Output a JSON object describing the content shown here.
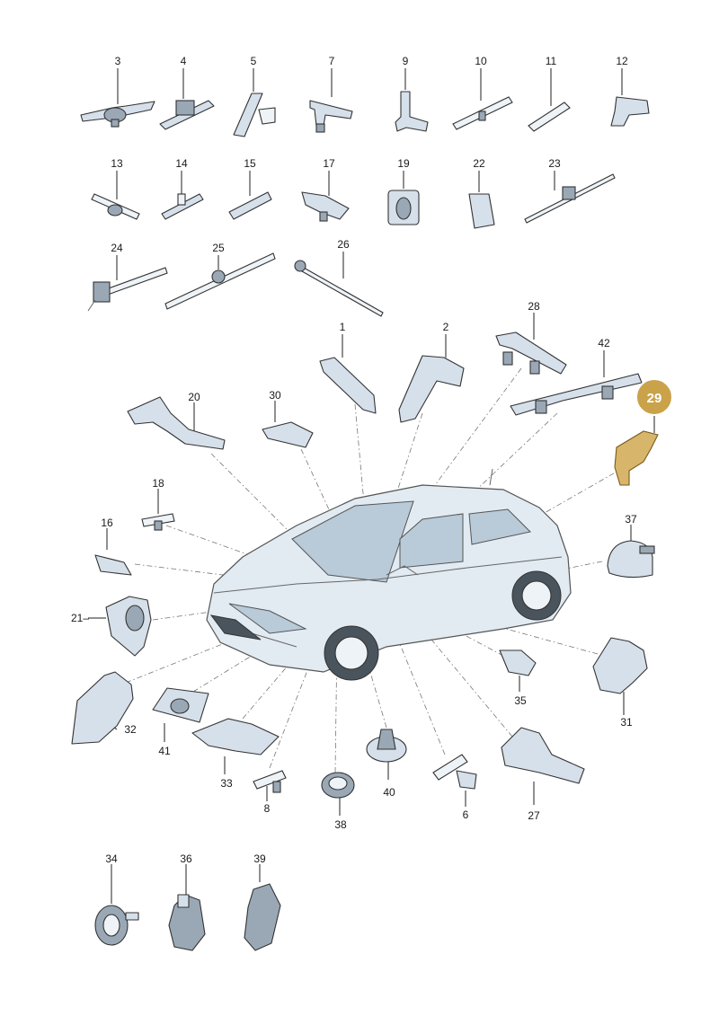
{
  "highlight": {
    "number": "29",
    "color": "#c9a24a"
  },
  "labels": {
    "n1": "1",
    "n2": "2",
    "n3": "3",
    "n4": "4",
    "n5": "5",
    "n6": "6",
    "n7": "7",
    "n8": "8",
    "n9": "9",
    "n10": "10",
    "n11": "11",
    "n12": "12",
    "n13": "13",
    "n14": "14",
    "n15": "15",
    "n16": "16",
    "n17": "17",
    "n18": "18",
    "n19": "19",
    "n20": "20",
    "n21": "21–",
    "n22": "22",
    "n23": "23",
    "n24": "24",
    "n25": "25",
    "n26": "26",
    "n27": "27",
    "n28": "28",
    "n30": "30",
    "n31": "31",
    "n32": "32",
    "n33": "33",
    "n34": "34",
    "n35": "35",
    "n36": "36",
    "n37": "37",
    "n38": "38",
    "n39": "39",
    "n40": "40",
    "n41": "41",
    "n42": "42"
  }
}
